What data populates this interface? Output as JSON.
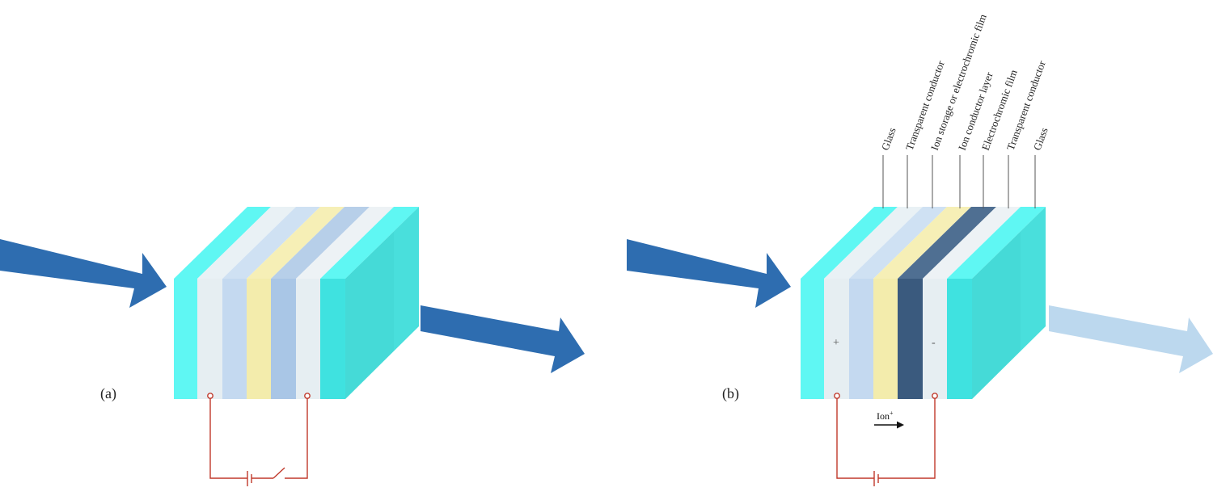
{
  "diagram": {
    "panel_a_label": "(a)",
    "panel_b_label": "(b)",
    "layers": [
      "Glass",
      "Transparent conductor",
      "Ion storage or electrochromic film",
      "Ion conductor layer",
      "Electrochromic film",
      "Transparent conductor",
      "Glass"
    ],
    "positive_sign": "+",
    "negative_sign": "-",
    "ion_label": "Ion",
    "ion_charge": "+",
    "colors": {
      "glass": "#5ff7f3",
      "glass_thick": "#3fe2e0",
      "conductor": "#e6eef2",
      "ion_storage": "#c4d9f0",
      "ion_conductor": "#f3ecac",
      "electrochromic_bleached": "#a9c6e6",
      "electrochromic_colored": "#3a5a7e",
      "arrow_strong": "#2e6db0",
      "arrow_faint": "#bcd8ee",
      "circuit": "#c0392b"
    }
  }
}
